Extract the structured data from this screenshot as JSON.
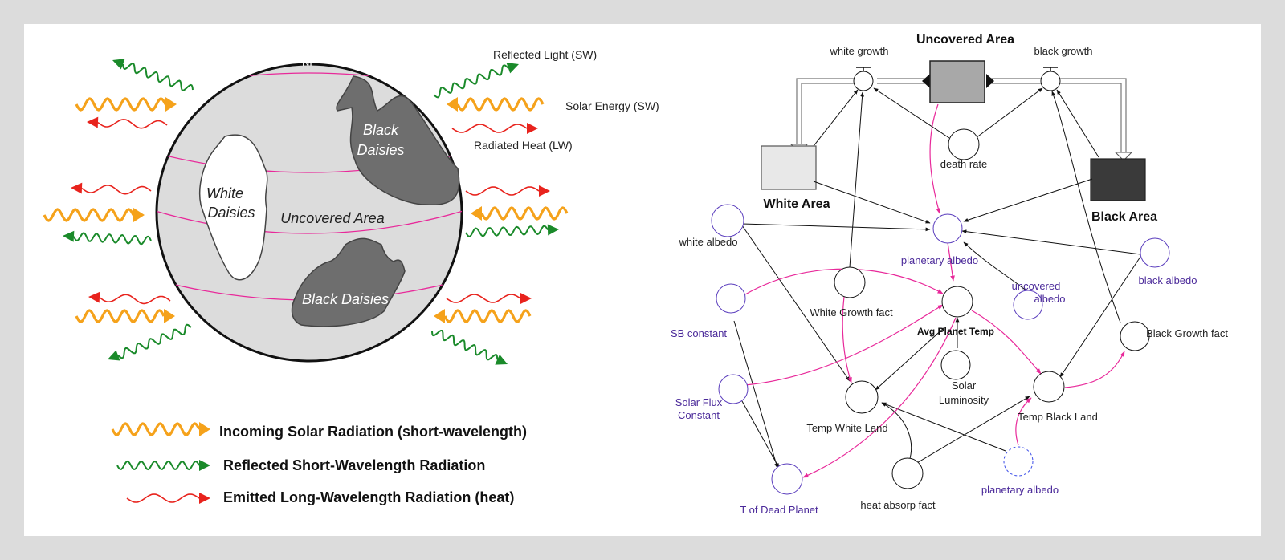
{
  "globe": {
    "north_pole": "NP",
    "white_daisies": [
      "White",
      "Daisies"
    ],
    "black_daisies_top": [
      "Black",
      "Daisies"
    ],
    "black_daisies_bottom": "Black Daisies",
    "uncovered_area": "Uncovered Area",
    "reflected_light": "Reflected Light (SW)",
    "solar_energy": "Solar Energy (SW)",
    "radiated_heat": "Radiated Heat (LW)"
  },
  "legend": {
    "incoming": "Incoming Solar Radiation (short-wavelength)",
    "reflected": "Reflected Short-Wavelength Radiation",
    "emitted": "Emitted Long-Wavelength Radiation (heat)"
  },
  "model": {
    "white_growth": "white growth",
    "uncovered_area": "Uncovered Area",
    "black_growth": "black growth",
    "death_rate": "death rate",
    "white_area": "White Area",
    "black_area": "Black Area",
    "white_albedo": "white albedo",
    "planetary_albedo": "planetary albedo",
    "uncovered_albedo": [
      "uncovered",
      "albedo"
    ],
    "black_albedo": "black albedo",
    "sb_constant": "SB constant",
    "white_growth_fact": "White Growth fact",
    "avg_planet_temp": "Avg Planet Temp",
    "black_growth_fact": "Black Growth fact",
    "solar_flux": [
      "Solar Flux",
      "Constant"
    ],
    "solar_luminosity": [
      "Solar",
      "Luminosity"
    ],
    "temp_white_land": "Temp White Land",
    "temp_black_land": "Temp Black Land",
    "heat_absorp_fact": "heat absorp fact",
    "planetary_albedo_ghost": "planetary albedo",
    "t_dead_planet": "T of Dead Planet"
  },
  "colors": {
    "incoming": "#f5a21b",
    "reflected": "#1a8a2a",
    "emitted": "#e8231d",
    "pink": "#e8299a",
    "purple": "#5a3dbd",
    "globe": "#dcdcdc",
    "black_daisy": "#6e6e6e"
  }
}
